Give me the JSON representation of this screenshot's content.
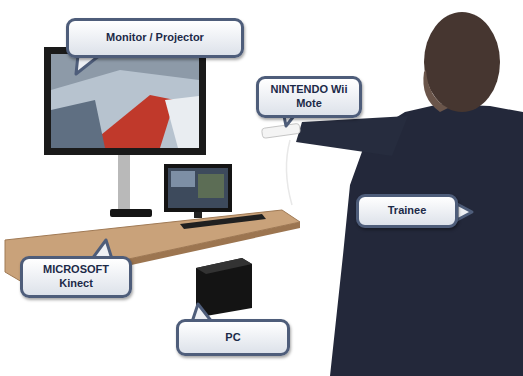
{
  "diagram": {
    "nodes": [
      {
        "text": [
          "Monitor / Projector"
        ]
      },
      {
        "text": [
          "NINTENDO Wii Mote"
        ]
      },
      {
        "text": [
          "Trainee"
        ]
      },
      {
        "text": [
          "MICROSOFT Kinect"
        ]
      },
      {
        "text": [
          "PC"
        ]
      }
    ]
  }
}
